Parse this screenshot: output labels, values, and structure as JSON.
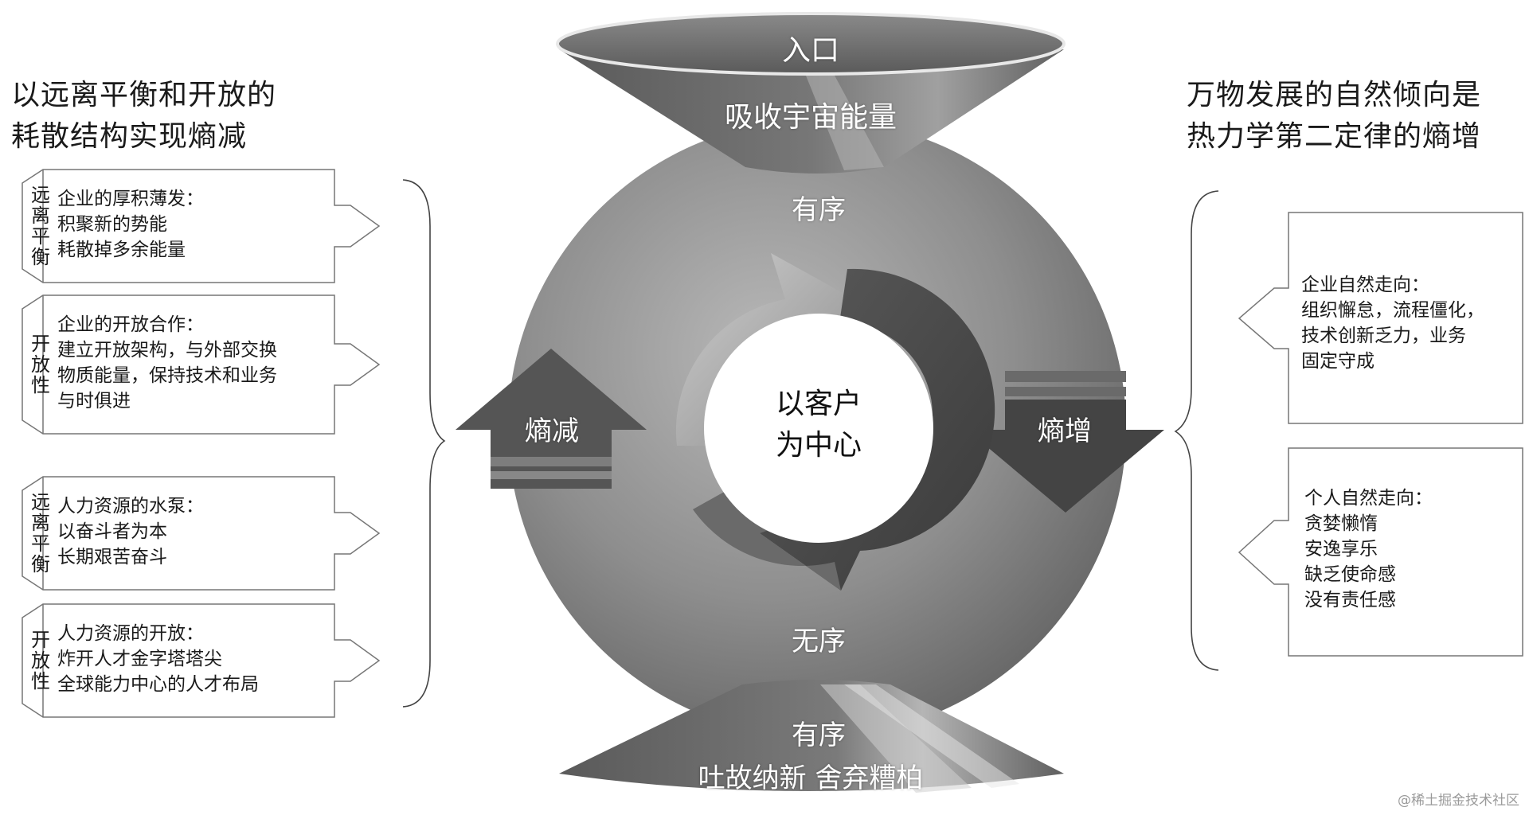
{
  "left_heading": [
    "以远离平衡和开放的",
    "耗散结构实现熵减"
  ],
  "right_heading": [
    "万物发展的自然倾向是",
    "热力学第二定律的熵增"
  ],
  "left_cards": [
    {
      "tag": "远离平衡",
      "title": "企业的厚积薄发：",
      "lines": [
        "积聚新的势能",
        "耗散掉多余能量"
      ]
    },
    {
      "tag": "开放性",
      "title": "企业的开放合作：",
      "lines": [
        "建立开放架构，与外部交换",
        "物质能量，保持技术和业务",
        "与时俱进"
      ]
    },
    {
      "tag": "远离平衡",
      "title": "人力资源的水泵：",
      "lines": [
        "以奋斗者为本",
        "长期艰苦奋斗"
      ]
    },
    {
      "tag": "开放性",
      "title": "人力资源的开放：",
      "lines": [
        "炸开人才金字塔塔尖",
        "全球能力中心的人才布局"
      ]
    }
  ],
  "right_cards": [
    {
      "title": "企业自然走向：",
      "lines": [
        "组织懈怠，流程僵化，",
        "技术创新乏力，业务",
        "固定守成"
      ]
    },
    {
      "title": "个人自然走向：",
      "lines": [
        "贪婪懒惰",
        "安逸享乐",
        "缺乏使命感",
        "没有责任感"
      ]
    }
  ],
  "diagram": {
    "top_funnel": {
      "entry": "入口",
      "absorb": "吸收宇宙能量"
    },
    "ordered_top": "有序",
    "disordered": "无序",
    "entropy_decrease": "熵减",
    "entropy_increase": "熵增",
    "center": [
      "以客户",
      "为中心"
    ],
    "bottom_funnel": {
      "ordered": "有序",
      "exhale": "吐故纳新 舍弃糟柏"
    }
  },
  "watermark": "@稀土掘金技术社区"
}
